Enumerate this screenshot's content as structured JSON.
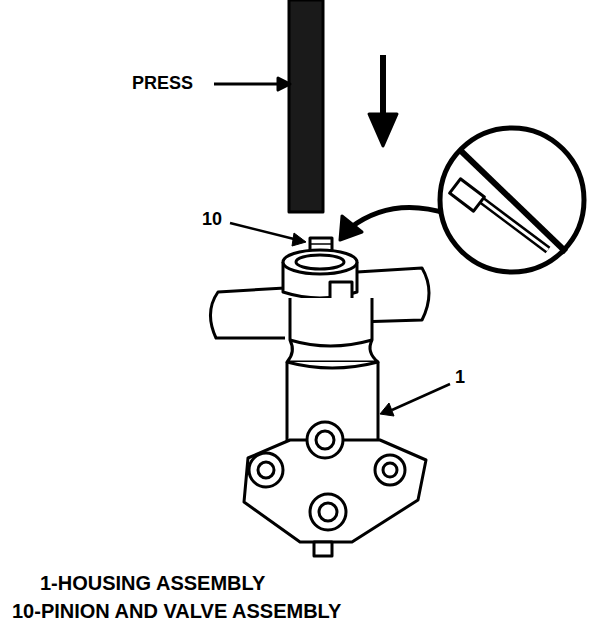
{
  "diagram": {
    "labels": [
      "PRESS",
      "10",
      "1",
      "1-HOUSING ASSEMBLY",
      "10-PINION AND VALVE ASSEMBLY"
    ]
  }
}
